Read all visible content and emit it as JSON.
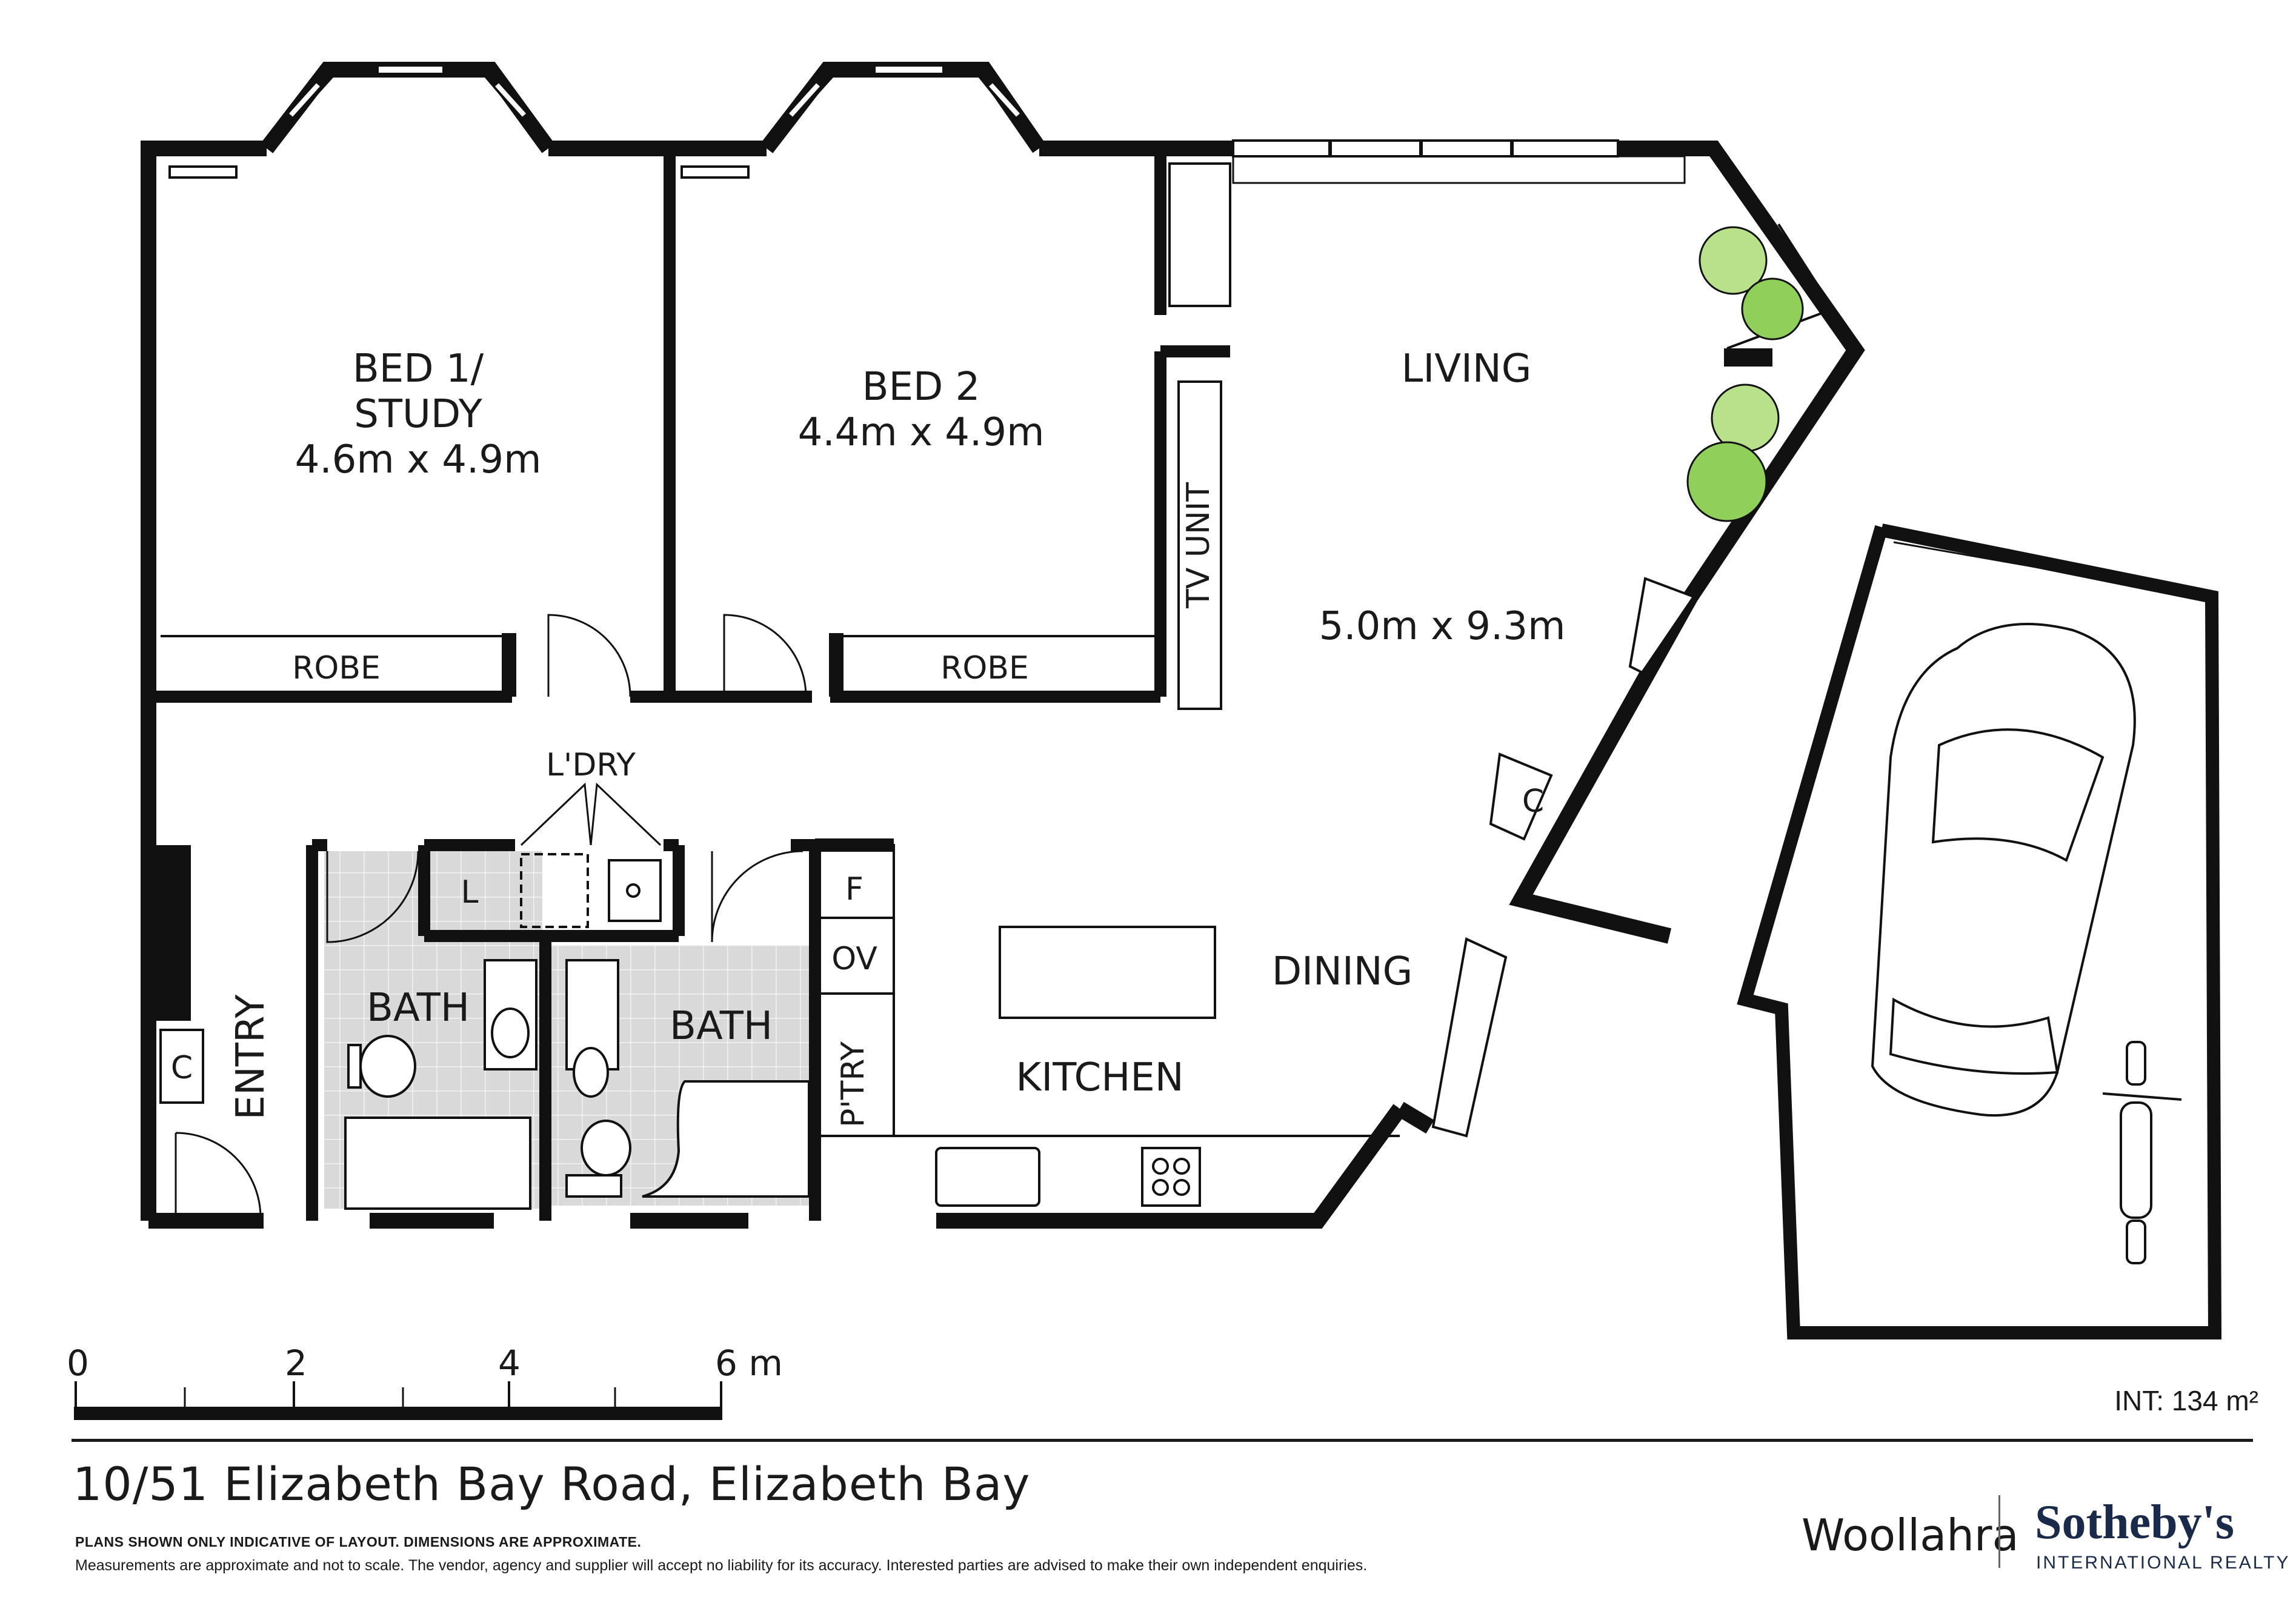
{
  "rooms": {
    "bed1_name_line1": "BED 1/",
    "bed1_name_line2": "STUDY",
    "bed1_size": "4.6m x 4.9m",
    "bed2_name": "BED 2",
    "bed2_size": "4.4m x 4.9m",
    "living_name": "LIVING",
    "living_size": "5.0m x 9.3m",
    "robe1": "ROBE",
    "robe2": "ROBE",
    "tv_unit": "TV UNIT",
    "laundry": "L'DRY",
    "laundry_l": "L",
    "bath1": "BATH",
    "bath2": "BATH",
    "entry": "ENTRY",
    "entry_cupboard": "C",
    "living_cupboard": "C",
    "fridge": "F",
    "oven": "OV",
    "pantry": "P'TRY",
    "kitchen": "KITCHEN",
    "dining": "DINING"
  },
  "scale": {
    "ticks": [
      "0",
      "2",
      "4",
      "6 m"
    ]
  },
  "footer": {
    "area": "INT: 134 m²",
    "address": "10/51 Elizabeth Bay Road, Elizabeth Bay",
    "disclaimer_bold": "PLANS SHOWN ONLY INDICATIVE OF LAYOUT. DIMENSIONS ARE APPROXIMATE.",
    "disclaimer": "Measurements are approximate and not to scale. The vendor, agency and supplier will accept no liability for its accuracy. Interested parties are advised to make their own independent enquiries.",
    "office": "Woollahra",
    "brand": "Sotheby's",
    "brand_sub": "INTERNATIONAL REALTY"
  },
  "colors": {
    "wall": "#111111",
    "bath_tile": "#d9d9d9",
    "plant_light": "#b9e08a",
    "plant_mid": "#8fcf5a",
    "plant_dark": "#5aa83c"
  }
}
